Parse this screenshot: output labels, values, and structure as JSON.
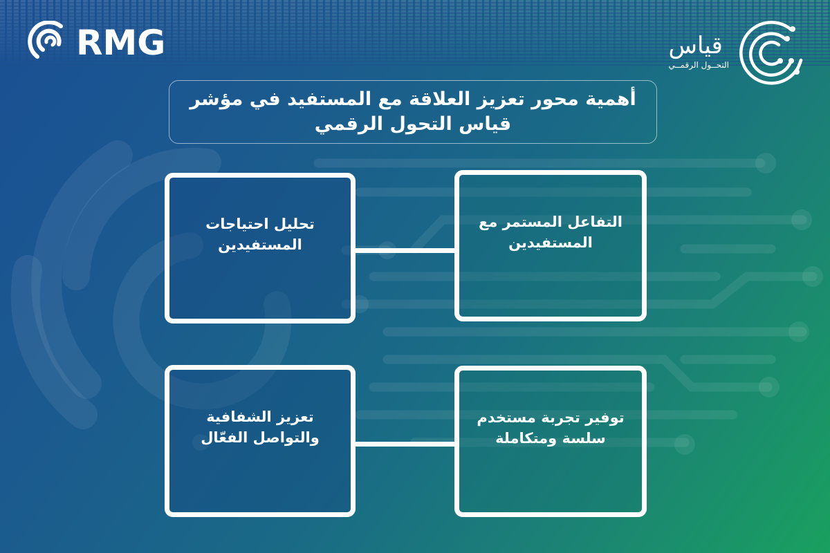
{
  "brand": {
    "left_logo": {
      "text": "RMG",
      "icon": "rmg-swirl-icon"
    },
    "right_logo": {
      "name": "قياس",
      "subtitle": "التحــول الرقمــي",
      "icon": "qiyas-circuit-rings-icon"
    }
  },
  "title": "أهمية محور تعزيز العلاقة مع المستفيد في مؤشر قياس التحول الرقمي",
  "cards": [
    {
      "id": "top-right",
      "text": "التفاعل المستمر مع المستفيدين"
    },
    {
      "id": "top-left",
      "text": "تحليل احتياجات المستفيدين"
    },
    {
      "id": "bottom-right",
      "text": "توفير تجربة مستخدم سلسة ومتكاملة"
    },
    {
      "id": "bottom-left",
      "text": "تعزيز الشفافية والتواصل الفعّال"
    }
  ],
  "colors": {
    "gradient_start": "#1a4f94",
    "gradient_mid": "#1a6a86",
    "gradient_end": "#1aa05f",
    "border": "#ffffff",
    "text": "#ffffff"
  }
}
